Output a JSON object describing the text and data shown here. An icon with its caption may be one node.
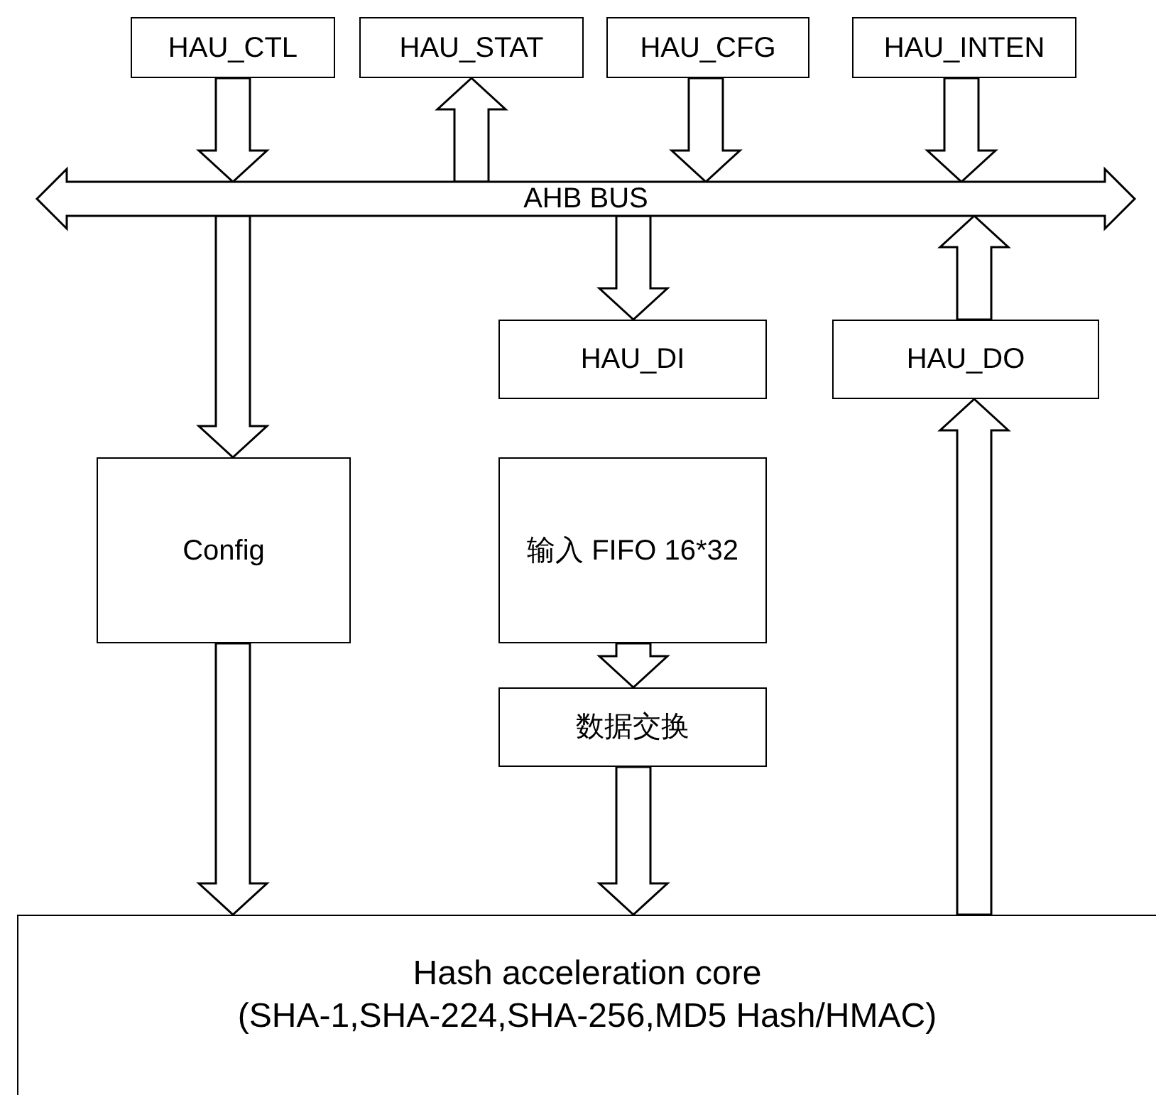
{
  "diagram": {
    "nodes": [
      {
        "text": [
          "HAU_CTL"
        ]
      },
      {
        "text": [
          "HAU_STAT"
        ]
      },
      {
        "text": [
          "HAU_CFG"
        ]
      },
      {
        "text": [
          "HAU_INTEN"
        ]
      },
      {
        "text": [
          "AHB BUS"
        ]
      },
      {
        "text": [
          "HAU_DI"
        ]
      },
      {
        "text": [
          "HAU_DO"
        ]
      },
      {
        "text": [
          "Config"
        ]
      },
      {
        "text": [
          "输入 FIFO 16*32"
        ]
      },
      {
        "text": [
          "数据交换"
        ]
      },
      {
        "text": [
          "Hash acceleration core",
          "(SHA-1,SHA-224,SHA-256,MD5 Hash/HMAC)"
        ]
      }
    ],
    "edges": [
      {
        "from": 0,
        "to": 4,
        "arrow": "to"
      },
      {
        "from": 4,
        "to": 1,
        "arrow": "to"
      },
      {
        "from": 2,
        "to": 4,
        "arrow": "to"
      },
      {
        "from": 3,
        "to": 4,
        "arrow": "to"
      },
      {
        "from": 4,
        "to": 7,
        "arrow": "to"
      },
      {
        "from": 4,
        "to": 5,
        "arrow": "to"
      },
      {
        "from": 6,
        "to": 4,
        "arrow": "to"
      },
      {
        "from": 7,
        "to": 10,
        "arrow": "to"
      },
      {
        "from": 8,
        "to": 9,
        "arrow": "to"
      },
      {
        "from": 9,
        "to": 10,
        "arrow": "to"
      },
      {
        "from": 10,
        "to": 6,
        "arrow": "to"
      }
    ]
  }
}
